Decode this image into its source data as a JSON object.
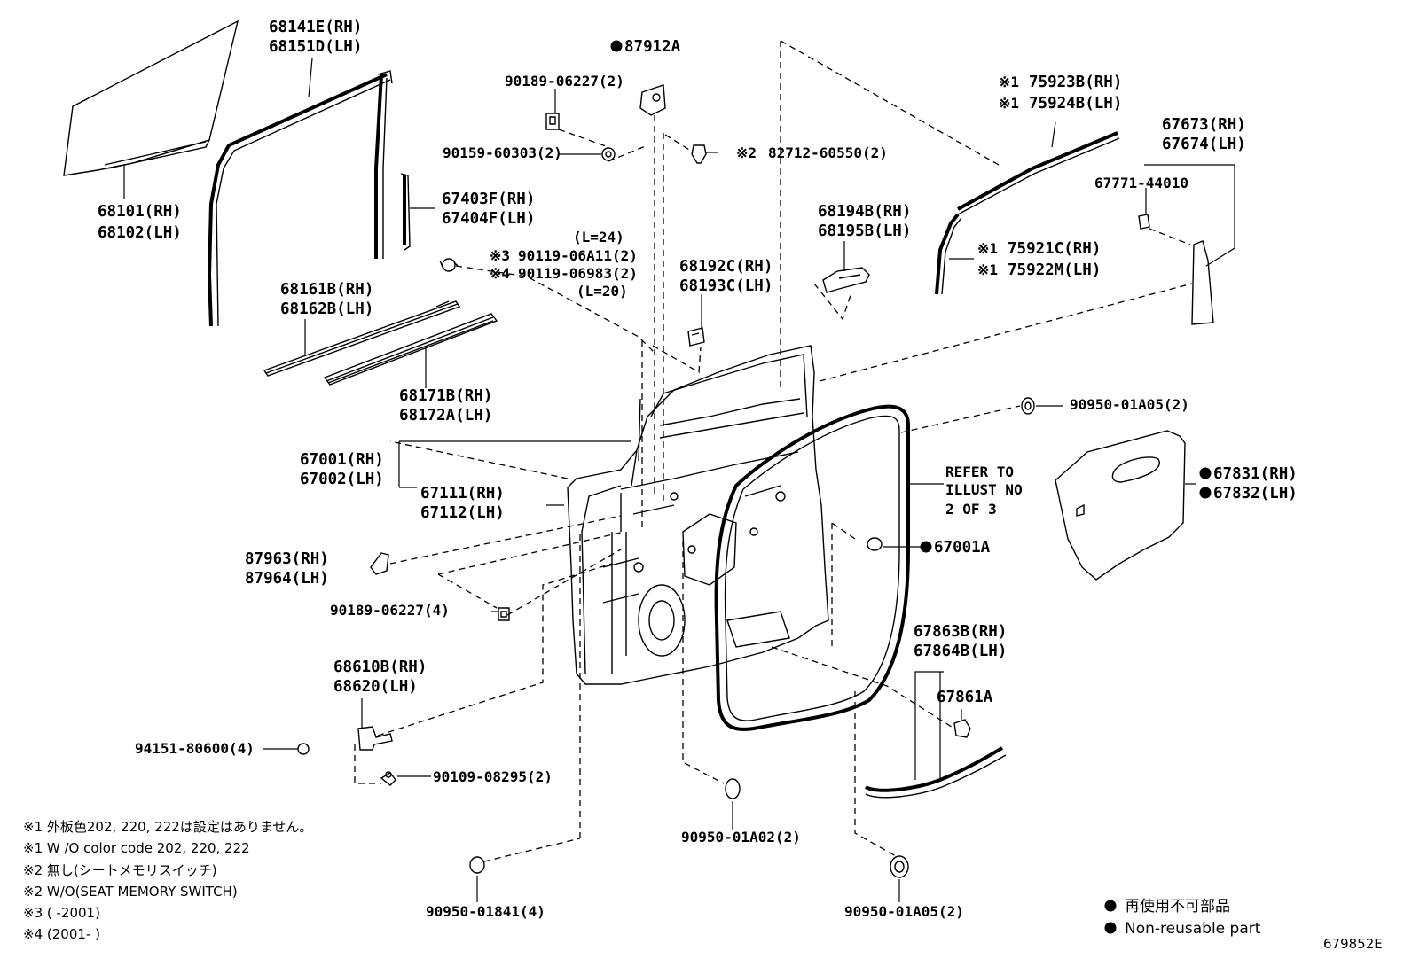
{
  "labels": {
    "p68141E": "68141E(RH)",
    "p68151D": "68151D(LH)",
    "p68101": "68101(RH)",
    "p68102": "68102(LH)",
    "p87912A": "87912A",
    "p90189a": "90189-06227(2)",
    "p90159": "90159-60303(2)",
    "p82712": "82712-60550(2)",
    "p82712note": "※2",
    "p67403F": "67403F(RH)",
    "p67404F": "67404F(LH)",
    "pL24": "(L=24)",
    "p90119a": "90119-06A11(2)",
    "p90119anote": "※3",
    "p90119b": "90119-06983(2)",
    "p90119bnote": "※4",
    "pL20": "(L=20)",
    "p68161B": "68161B(RH)",
    "p68162B": "68162B(LH)",
    "p68171B": "68171B(RH)",
    "p68172A": "68172A(LH)",
    "p75923B": "75923B(RH)",
    "p75924B": "75924B(LH)",
    "p75923note": "※1",
    "p75924note": "※1",
    "p67673": "67673(RH)",
    "p67674": "67674(LH)",
    "p67771": "67771-44010",
    "p68194B": "68194B(RH)",
    "p68195B": "68195B(LH)",
    "p75921C": "75921C(RH)",
    "p75922M": "75922M(LH)",
    "p75921note": "※1",
    "p75922note": "※1",
    "p68192C": "68192C(RH)",
    "p68193C": "68193C(LH)",
    "p90950a": "90950-01A05(2)",
    "p67001": "67001(RH)",
    "p67002": "67002(LH)",
    "p67111": "67111(RH)",
    "p67112": "67112(LH)",
    "refer1": "REFER TO",
    "refer2": "ILLUST NO",
    "refer3": "2 OF 3",
    "p67831": "67831(RH)",
    "p67832": "67832(LH)",
    "p67001A": "67001A",
    "p87963": "87963(RH)",
    "p87964": "87964(LH)",
    "p90189b": "90189-06227(4)",
    "p68610B": "68610B(RH)",
    "p68620": "68620(LH)",
    "p67863B": "67863B(RH)",
    "p67864B": "67864B(LH)",
    "p67861A": "67861A",
    "p94151": "94151-80600(4)",
    "p90109": "90109-08295(2)",
    "p90950b": "90950-01A02(2)",
    "p90950c": "90950-01841(4)",
    "p90950d": "90950-01A05(2)"
  },
  "notes": [
    "※1  外板色202, 220, 222は設定はありません。",
    "※1  W /O color code 202, 220, 222",
    "※2  無し(シートメモリスイッチ)",
    "※2  W/O(SEAT MEMORY SWITCH)",
    "※3 (       -2001)",
    "※4 (2001-       )"
  ],
  "legend": {
    "item1": "再使用不可部品",
    "item2": "Non-reusable part"
  },
  "figure_id": "679852E"
}
